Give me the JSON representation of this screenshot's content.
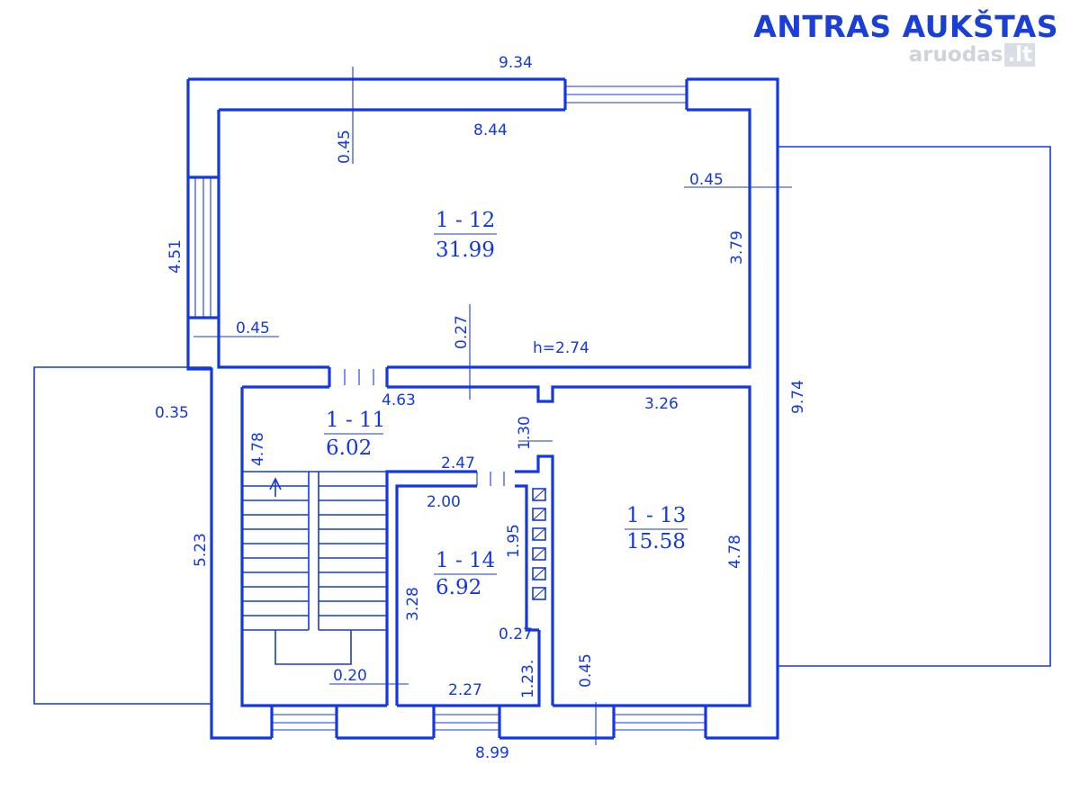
{
  "header": {
    "title": "ANTRAS AUKŠTAS",
    "watermark": "aruodas",
    "watermark_tld": ".lt"
  },
  "rooms": [
    {
      "id": "1 - 12",
      "area": "31.99"
    },
    {
      "id": "1 - 11",
      "area": "6.02"
    },
    {
      "id": "1 - 13",
      "area": "15.58"
    },
    {
      "id": "1 - 14",
      "area": "6.92"
    }
  ],
  "dimensions": {
    "top_outer": "9.34",
    "top_inner": "8.44",
    "wall_top": "0.45",
    "wall_right": "0.45",
    "left_upper": "4.51",
    "wall_left": "0.45",
    "room12_height": "3.79",
    "partition": "0.27",
    "ceiling": "h=2.74",
    "right_total": "9.74",
    "balcony_left": "0.35",
    "left_lower": "5.23",
    "stair_width": "4.63",
    "stair_len": "4.78",
    "niche": "1.30",
    "room13_width": "3.26",
    "room13_len": "4.78",
    "corridor": "2.47",
    "room14_width": "2.00",
    "room14_side": "1.95",
    "room14_len": "3.28",
    "wall_inner": "0.27",
    "closet": "1.23.",
    "stair_gap": "0.20",
    "room14_bottom": "2.27",
    "wall_bottom": "0.45",
    "bottom_total": "8.99"
  }
}
